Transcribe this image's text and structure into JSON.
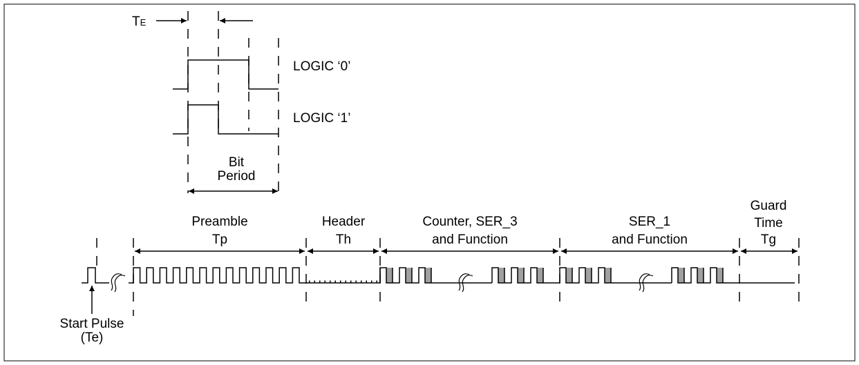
{
  "te_label": {
    "main": "T",
    "sub": "E"
  },
  "logic_zero_label": "LOGIC ‘0’",
  "logic_one_label": "LOGIC ‘1’",
  "bit_period_label": [
    "Bit",
    "Period"
  ],
  "segments": {
    "preamble": [
      "Preamble",
      "Tp"
    ],
    "header": [
      "Header",
      "Th"
    ],
    "counter": [
      "Counter, SER_3",
      "and Function"
    ],
    "ser1": [
      "SER_1",
      "and Function"
    ],
    "guard": [
      "Guard",
      "Time",
      "Tg"
    ]
  },
  "start_pulse_label": [
    "Start Pulse",
    "(Te)"
  ],
  "colors": {
    "line": "#000000",
    "shade": "#a0a0a0",
    "background": "#ffffff"
  }
}
